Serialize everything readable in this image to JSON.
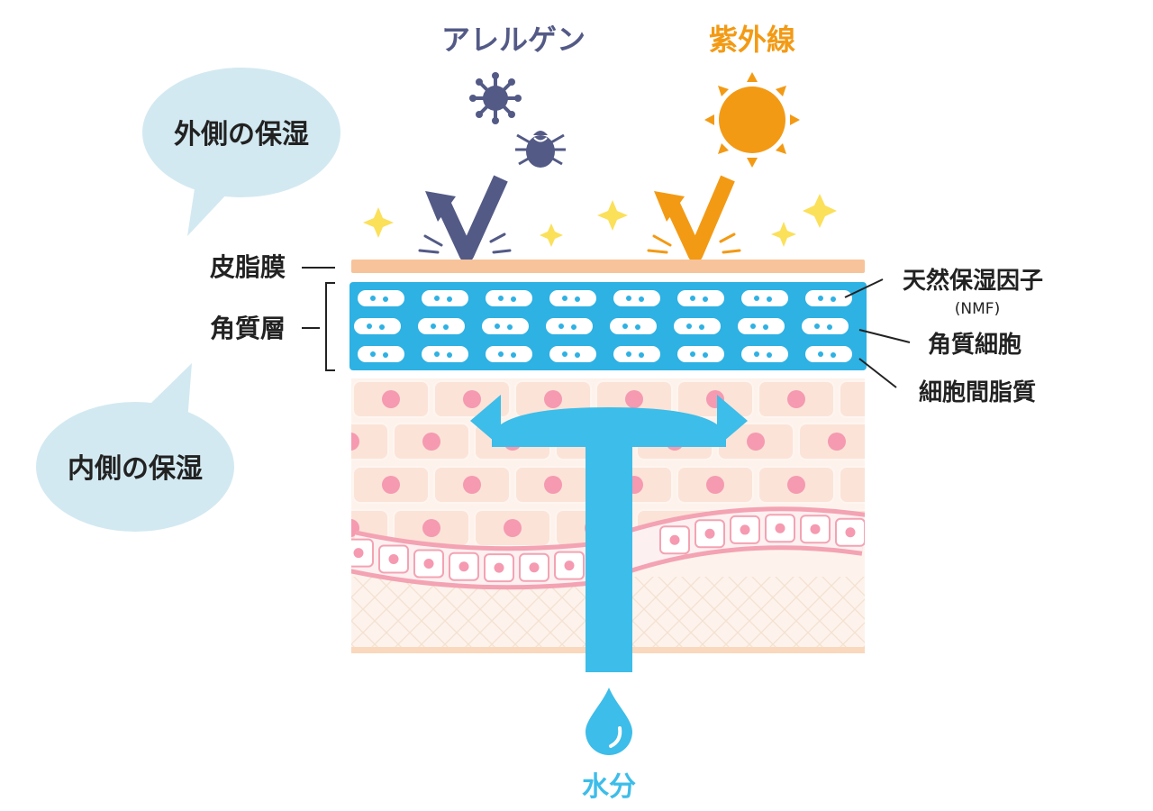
{
  "threats": {
    "allergen_label": "アレルゲン",
    "uv_label": "紫外線"
  },
  "bubbles": {
    "outer_label": "外側の保湿",
    "inner_label": "内側の保湿"
  },
  "layers": {
    "sebum_label": "皮脂膜",
    "stratum_label": "角質層"
  },
  "callouts": {
    "nmf_label": "天然保湿因子",
    "nmf_sub": "(NMF)",
    "corneocyte_label": "角質細胞",
    "lipid_label": "細胞間脂質"
  },
  "water": {
    "label": "水分"
  },
  "colors": {
    "allergen": "#535a86",
    "uv": "#f39a14",
    "sebum": "#f7c39a",
    "stratum": "#2eb1e3",
    "water": "#3dbde9",
    "bubble": "#d3e9f1",
    "sparkle": "#fbe05a",
    "cell_nucleus": "#f59ab0"
  }
}
